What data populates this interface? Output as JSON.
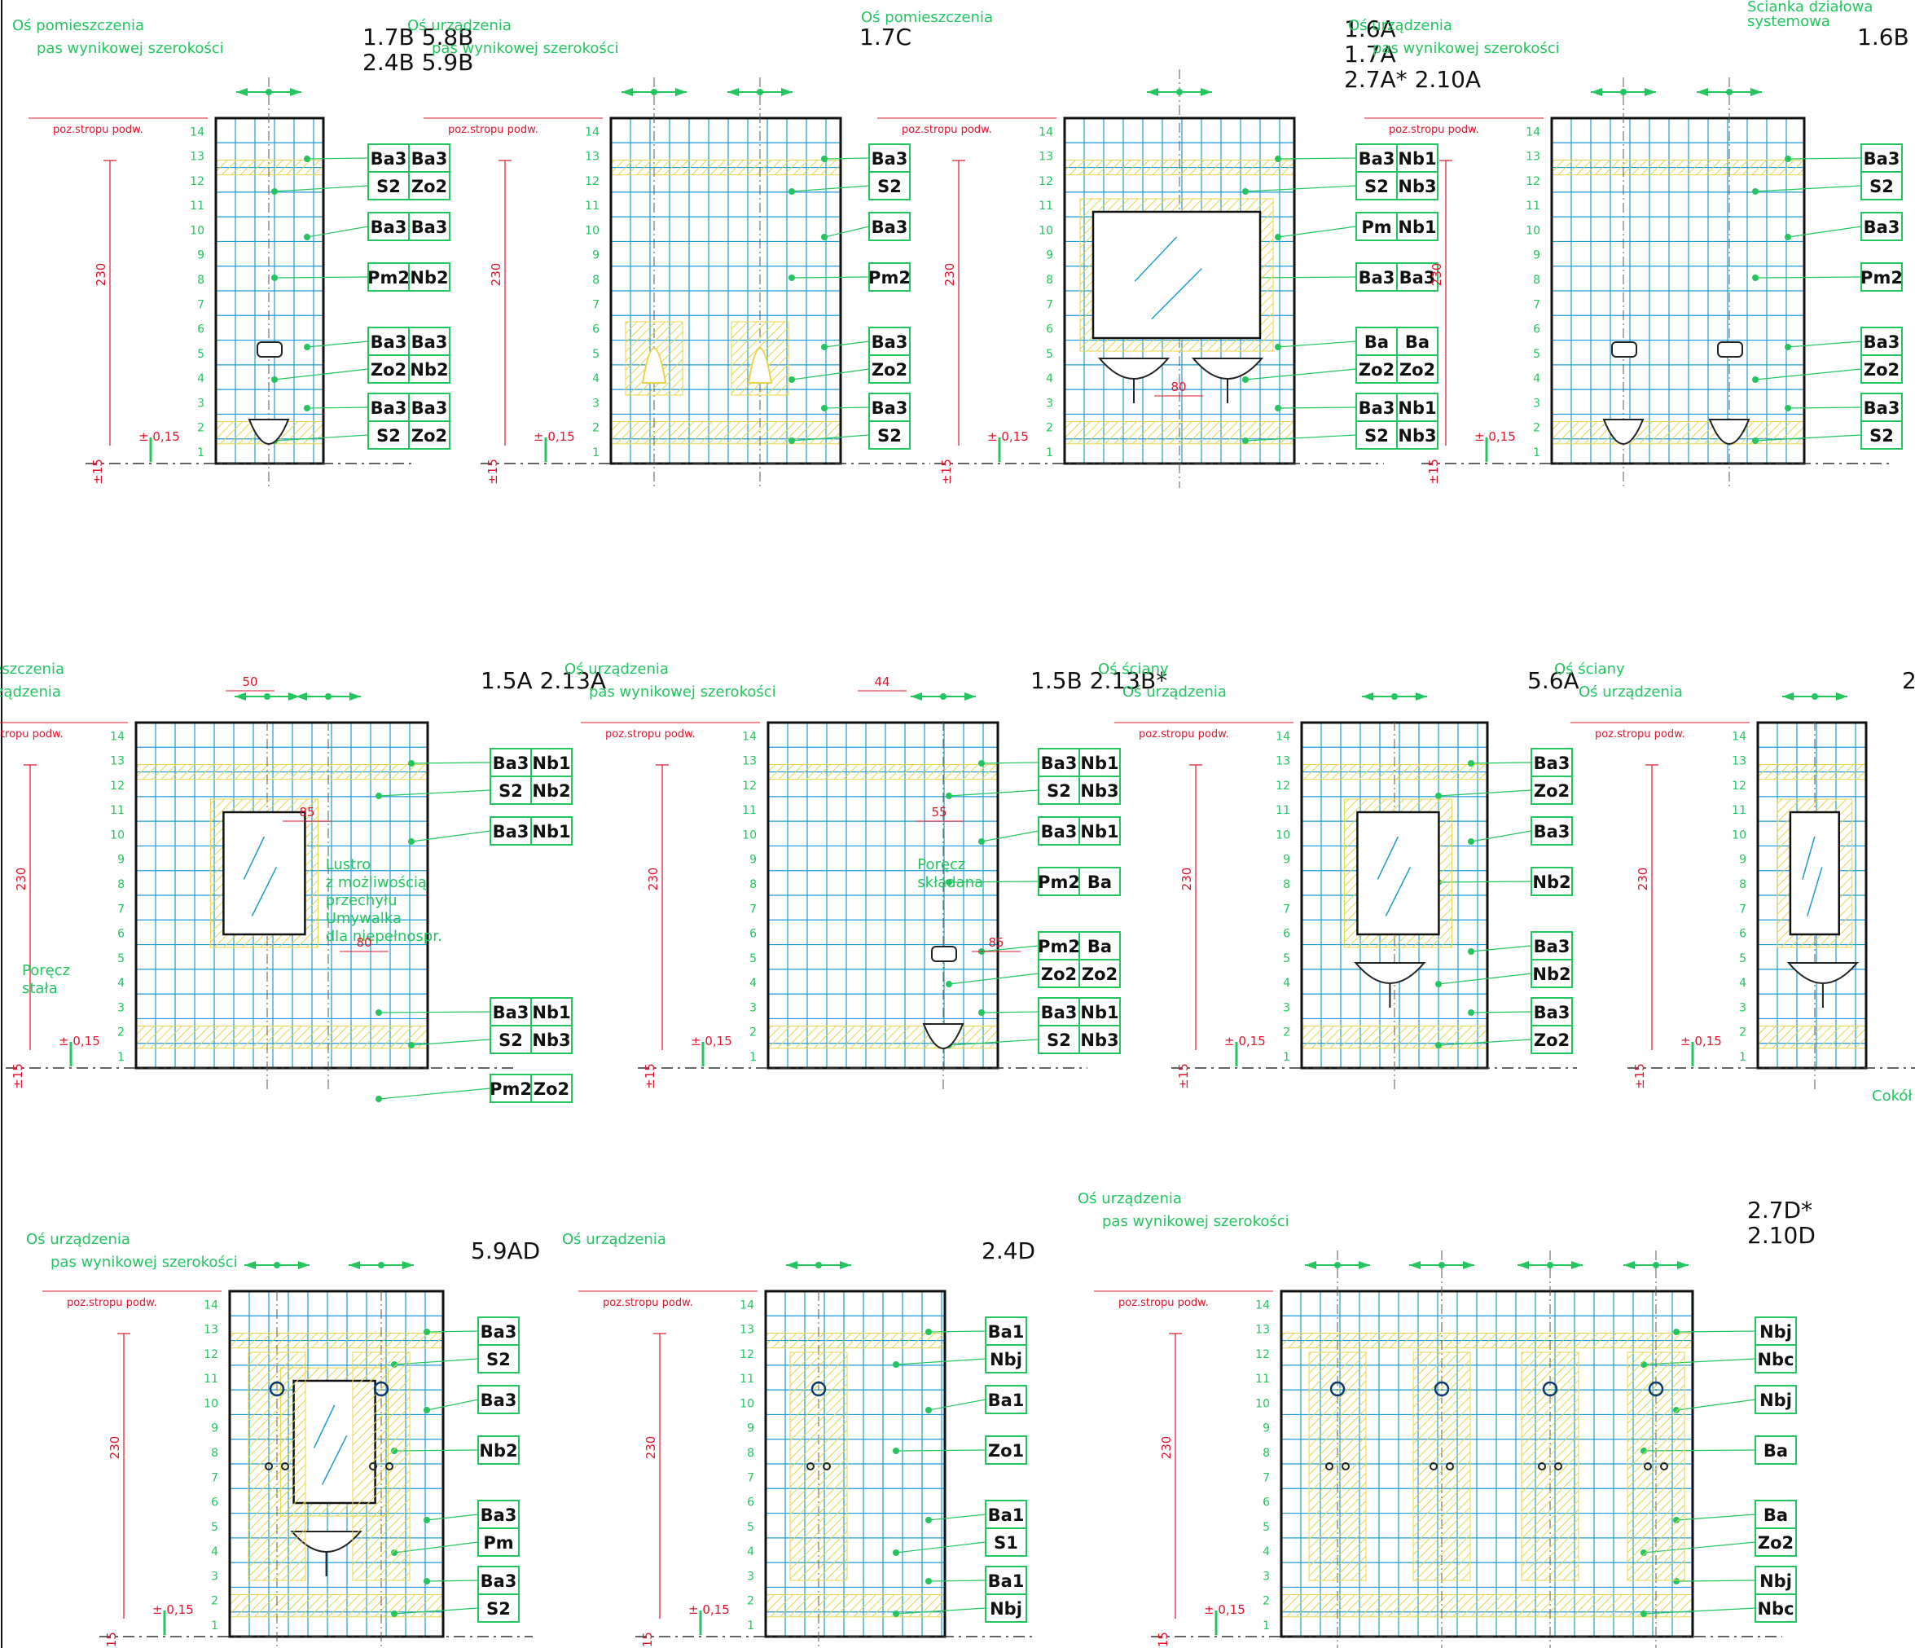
{
  "colors": {
    "grid": "#1f9ad6",
    "green": "#22c55e",
    "red": "#e0142b",
    "yellow": "#e8d44a",
    "frame": "#111111"
  },
  "common": {
    "ruler": [
      "1",
      "2",
      "3",
      "4",
      "5",
      "6",
      "7",
      "8",
      "9",
      "10",
      "11",
      "12",
      "13",
      "14"
    ],
    "poz": "poz.stropu podw.",
    "dim230": "230",
    "dim015": "± 0,15",
    "dim15": "±15"
  },
  "panels": [
    {
      "id": "p1",
      "title_lines": [
        "1.7B  5.8B",
        "2.4B  5.9B"
      ],
      "labels": [
        "Oś pomieszczenia",
        "pas wynikowej szerokości"
      ],
      "tags": [
        [
          "Ba3",
          "Ba3"
        ],
        [
          "S2",
          "Zo2"
        ],
        [
          "Ba3",
          "Ba3"
        ],
        [
          "Pm2",
          "Nb2"
        ],
        [
          "Ba3",
          "Ba3"
        ],
        [
          "Zo2",
          "Nb2"
        ],
        [
          "Ba3",
          "Ba3"
        ],
        [
          "S2",
          "Zo2"
        ]
      ]
    },
    {
      "id": "p2",
      "title_lines": [
        "1.7C"
      ],
      "labels": [
        "Oś urządzenia",
        "pas wynikowej szerokości"
      ],
      "tags": [
        [
          "Ba3"
        ],
        [
          "S2"
        ],
        [
          "Ba3"
        ],
        [
          "Pm2"
        ],
        [
          "Ba3"
        ],
        [
          "Zo2"
        ],
        [
          "Ba3"
        ],
        [
          "S2"
        ]
      ]
    },
    {
      "id": "p3",
      "title_lines": [
        "1.6A",
        "1.7A",
        "2.7A* 2.10A"
      ],
      "labels": [
        "Oś pomieszczenia"
      ],
      "dims": [
        "80"
      ],
      "tags": [
        [
          "Ba3",
          "Nb1"
        ],
        [
          "S2",
          "Nb3"
        ],
        [
          "Pm",
          "Nb1"
        ],
        [
          "Ba3",
          "Ba3"
        ],
        [
          "Ba",
          "Ba"
        ],
        [
          "Zo2",
          "Zo2"
        ],
        [
          "Ba3",
          "Nb1"
        ],
        [
          "S2",
          "Nb3"
        ]
      ]
    },
    {
      "id": "p4",
      "title_lines": [
        "1.6B"
      ],
      "labels": [
        "Oś urządzenia",
        "pas wynikowej szerokości",
        "Ścianka działowa",
        "systemowa"
      ],
      "tags": [
        [
          "Ba3"
        ],
        [
          "S2"
        ],
        [
          "Ba3"
        ],
        [
          "Pm2"
        ],
        [
          "Ba3"
        ],
        [
          "Zo2"
        ],
        [
          "Ba3"
        ],
        [
          "S2"
        ]
      ]
    },
    {
      "id": "p5",
      "title_lines": [
        "1.5A  2.13A"
      ],
      "labels": [
        "Oś pomieszczenia",
        "Oś urządzenia",
        "Lustro",
        "z możliwością",
        "przechyłu",
        "Umywalka",
        "dla niepełnospr.",
        "Poręcz",
        "stała"
      ],
      "dims": [
        "50",
        "85",
        "80"
      ],
      "tags": [
        [
          "Ba3",
          "Nb1"
        ],
        [
          "S2",
          "Nb2"
        ],
        [
          "Ba3",
          "Nb1"
        ],
        [
          "Ba3",
          "Nb1"
        ],
        [
          "S2",
          "Nb3"
        ],
        [
          "Pm2",
          "Zo2"
        ]
      ]
    },
    {
      "id": "p6",
      "title_lines": [
        "1.5B  2.13B*"
      ],
      "labels": [
        "Oś urządzenia",
        "pas wynikowej szerokości",
        "Poręcz",
        "składana"
      ],
      "dims": [
        "44",
        "55",
        "85"
      ],
      "tags": [
        [
          "Ba3",
          "Nb1"
        ],
        [
          "S2",
          "Nb3"
        ],
        [
          "Ba3",
          "Nb1"
        ],
        [
          "Pm2",
          "Ba"
        ],
        [
          "Pm2",
          "Ba"
        ],
        [
          "Zo2",
          "Zo2"
        ],
        [
          "Ba3",
          "Nb1"
        ],
        [
          "S2",
          "Nb3"
        ]
      ]
    },
    {
      "id": "p7",
      "title_lines": [
        "5.6A"
      ],
      "labels": [
        "Oś ściany",
        "Oś urządzenia"
      ],
      "tags": [
        [
          "Ba3"
        ],
        [
          "Zo2"
        ],
        [
          "Ba3"
        ],
        [
          "Nb2"
        ],
        [
          "Ba3"
        ],
        [
          "Nb2"
        ],
        [
          "Ba3"
        ],
        [
          "Zo2"
        ]
      ]
    },
    {
      "id": "p8",
      "title_lines": [
        "2"
      ],
      "labels": [
        "Oś ściany",
        "Oś urządzenia",
        "Cokół"
      ],
      "tags": []
    },
    {
      "id": "p9",
      "title_lines": [
        "5.9AD"
      ],
      "labels": [
        "Oś urządzenia",
        "pas wynikowej szerokości"
      ],
      "tags": [
        [
          "Ba3"
        ],
        [
          "S2"
        ],
        [
          "Ba3"
        ],
        [
          "Nb2"
        ],
        [
          "Ba3"
        ],
        [
          "Pm"
        ],
        [
          "Ba3"
        ],
        [
          "S2"
        ]
      ]
    },
    {
      "id": "p10",
      "title_lines": [
        "2.4D"
      ],
      "labels": [
        "Oś urządzenia"
      ],
      "tags": [
        [
          "Ba1"
        ],
        [
          "Nbj"
        ],
        [
          "Ba1"
        ],
        [
          "Zo1"
        ],
        [
          "Ba1"
        ],
        [
          "S1"
        ],
        [
          "Ba1"
        ],
        [
          "Nbj"
        ]
      ]
    },
    {
      "id": "p11",
      "title_lines": [
        "2.7D*",
        "2.10D"
      ],
      "labels": [
        "Oś urządzenia",
        "pas wynikowej szerokości"
      ],
      "tags": [
        [
          "Nbj"
        ],
        [
          "Nbc"
        ],
        [
          "Nbj"
        ],
        [
          "Ba"
        ],
        [
          "Ba"
        ],
        [
          "Zo2"
        ],
        [
          "Nbj"
        ],
        [
          "Nbc"
        ]
      ]
    }
  ]
}
